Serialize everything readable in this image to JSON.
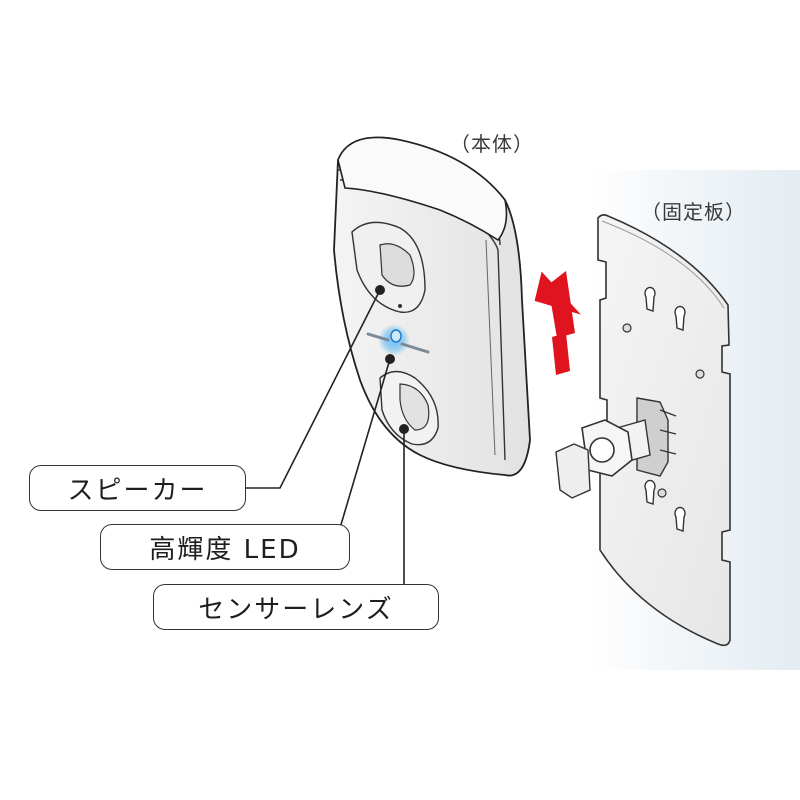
{
  "diagram": {
    "captions": {
      "body": "（本体）",
      "mounting_plate": "（固定板）"
    },
    "callouts": [
      {
        "id": "speaker",
        "label": "スピーカー"
      },
      {
        "id": "led",
        "label": "高輝度 LED"
      },
      {
        "id": "sensor_lens",
        "label": "センサーレンズ"
      }
    ],
    "arrow": {
      "direction": "up",
      "color": "#e0141e"
    },
    "led_color": "#3aa6f0"
  }
}
